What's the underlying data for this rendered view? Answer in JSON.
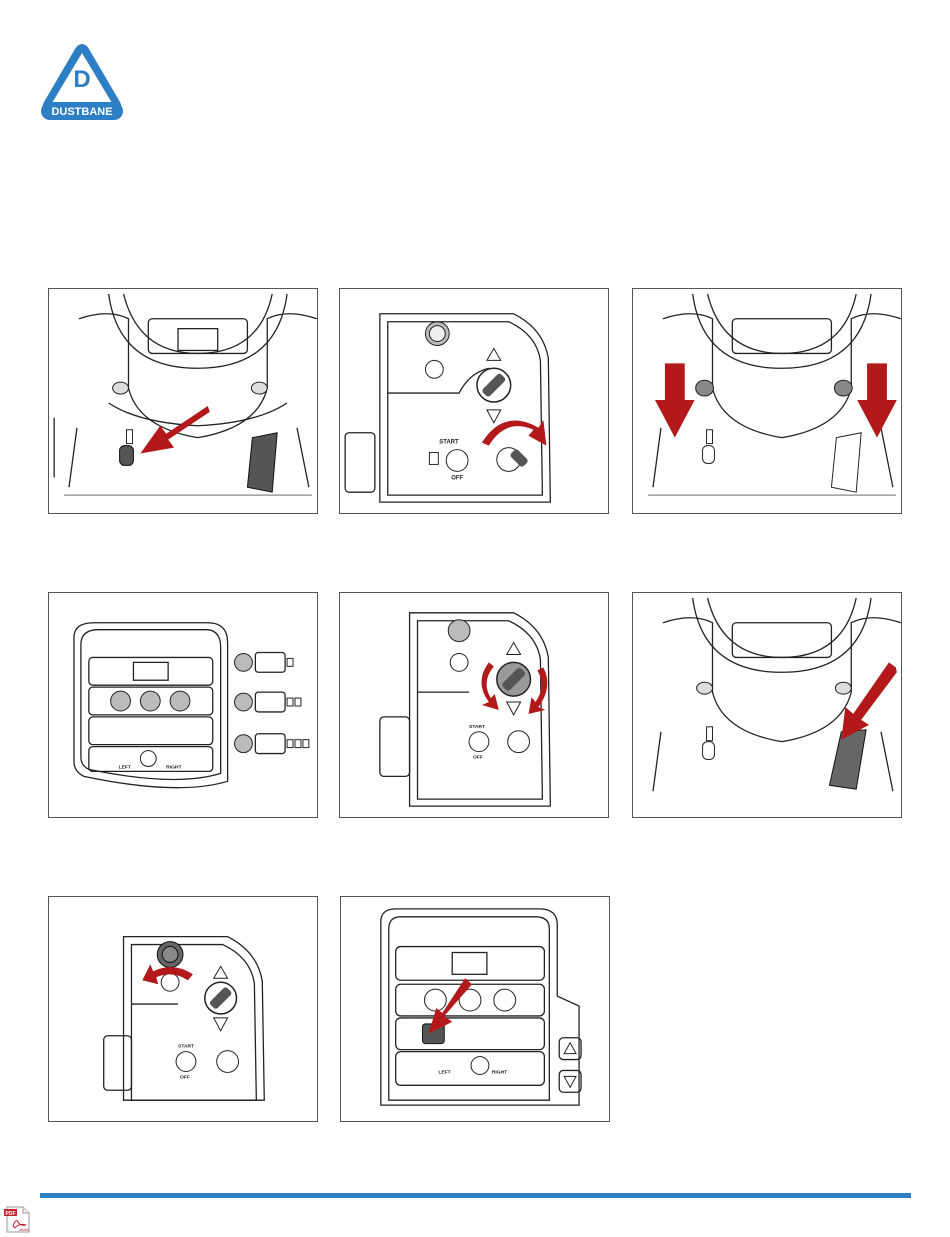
{
  "brand": {
    "letter": "D",
    "name": "DUSTBANE",
    "color": "#2c7fc4"
  },
  "accent_color": "#b3191b",
  "footer_rule_color": "#2c7fc4",
  "panels": [
    {
      "id": "steering-lever",
      "labels": []
    },
    {
      "id": "key-switch",
      "labels": [
        "START",
        "OFF"
      ]
    },
    {
      "id": "side-brooms-down",
      "labels": []
    },
    {
      "id": "scrub-pressure-panel",
      "labels": [
        "LEFT",
        "RIGHT"
      ]
    },
    {
      "id": "up-down-knob",
      "labels": [
        "START",
        "OFF"
      ]
    },
    {
      "id": "drive-pedal",
      "labels": []
    },
    {
      "id": "throttle-knob",
      "labels": [
        "START",
        "OFF"
      ]
    },
    {
      "id": "vacuum-button",
      "labels": [
        "LEFT",
        "RIGHT"
      ]
    }
  ],
  "pdf_badge": {
    "top": "PDF",
    "bottom": "Adobe"
  }
}
